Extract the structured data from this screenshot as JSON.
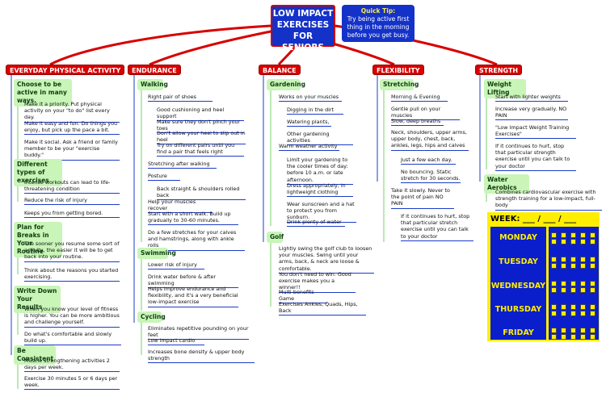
{
  "title": "LOW IMPACT\nEXERCISES\nFOR SENIORS",
  "tip": {
    "title": "Quick Tip:",
    "text": "Try being active first thing in the morning before you get busy."
  },
  "colors": {
    "title_bg": "#1432c8",
    "branch": "#d80000",
    "sub_bg": "#c9f5b8",
    "leaf_line": "#1c3cc8",
    "week_bg": "#ffee00",
    "day_bg": "#0a1ecc"
  },
  "branches": [
    {
      "label": "EVERYDAY PHYSICAL ACTIVITY"
    },
    {
      "label": "ENDURANCE"
    },
    {
      "label": "BALANCE"
    },
    {
      "label": "FLEXIBILITY"
    },
    {
      "label": "STRENGTH"
    }
  ],
  "subs": {
    "active": "Choose to be active in many ways.",
    "types": "Different types of exercises",
    "plan": "Plan for Breaks in Your Routine",
    "write": "Write Down Your Results",
    "consistent": "Be Consistent",
    "walking": "Walking",
    "swimming": "Swimming",
    "cycling": "Cycling",
    "gardening": "Gardening",
    "golf": "Golf",
    "stretching": "Stretching",
    "weight": "Weight Lifting",
    "aerobics": "Water Aerobics"
  },
  "leaves": {
    "a1": "Make it a priority. Put physical activity on your \"to do\" list every day.",
    "a2": "Make it easy and fun. Do things you enjoy, but pick up the pace a bit.",
    "a3": "Make it social. Ask a friend or family member to be your \"exercise buddy.\"",
    "t1": "Intense workouts can lead to life-threatening condition",
    "t2": "Reduce the risk of injury",
    "t3": "Keeps you from getting bored.",
    "p1": "The sooner you resume some sort of activity, the easier it will be to get back into your routine.",
    "p2": "Think about the reasons you started exercising.",
    "w1": "When you know your level of fitness is higher. You can be more ambitious and challenge yourself.",
    "w2": "Do what's comfortable and slowly build up.",
    "c1": "Muscle strengthening activities 2 days per week.",
    "c2": "Exercise 30 minutes 5 or 6 days per week.",
    "wk1": "Right pair of shoes",
    "wk1a": "Good cushioning and heel support",
    "wk1b": "Make sure they don't pinch your toes",
    "wk1c": "Don't allow your heel to slip out in heel",
    "wk1d": "Try on different pairs until you find a pair that feels right",
    "wk2": "Stretching after walking",
    "wk3": "Posture",
    "wk3a": "Back straight & shoulders rolled back",
    "wk4": "Help your muscles recover",
    "wk5": "Start with a short walk. Build up gradually to 30-60 minutes.",
    "wk6": "Do a few stretches for your calves and hamstrings, along with ankle rolls",
    "s1": "Lower risk of injury",
    "s2": "Drink water before & after swimming",
    "s3": "Helps improve endurance and flexibility, and it's a very beneficial low-impact exercise",
    "cy1": "Eliminates repetitive pounding on your feet",
    "cy2": "Low impact cardio",
    "cy3": "Increases bone density & upper body strength",
    "g1": "Works on your muscles",
    "g1a": "Digging in the dirt",
    "g1b": "Watering plants,",
    "g1c": "Other gardening activities",
    "g2": "Warm weather activity",
    "g2a": "Limit your gardening to the cooler times of day: before 10 a.m. or late afternoon.",
    "g2b": "Dress appropriately, in lightweight clothing",
    "g2c": "Wear sunscreen and a hat to protect you from sunburn.",
    "g2d": "Drink plenty of water",
    "go1": "Lightly swing the golf club to loosen your muscles. Swing until your arms, back, & neck are loose & comfortable.",
    "go2": "You don't need to win. Good exercise makes you a winner!!",
    "go3": "Multi-benefits Game",
    "go4": "Exercises Ankles, Quads, Hips, Back",
    "st1": "Morning & Evening",
    "st2": "Gentle pull on your muscles",
    "st3": "Slow, deep breaths",
    "st4": "Neck, shoulders, upper arms, upper body, chest, back, ankles, legs, hips and calves",
    "st4a": "Just a few each day.",
    "st4b": "No bouncing. Static stretch for 30 seconds.",
    "st5": "Take it slowly. Never to the point of pain NO PAIN",
    "st5a": "If it continues to hurt, stop that particular stretch exercise until you can talk to your doctor",
    "wl1": "Start with lighter weights",
    "wl2": "Increase very gradually. NO PAIN",
    "wl3": "\"Low Impact Weight Training Exercises\"",
    "wl4": "If it continues to hurt, stop that particular strength exercise until you can talk to your doctor",
    "aq1": "Combines cardiovascular exercise with strength training for a low-impact, full-body"
  },
  "week": {
    "header": "WEEK: ___ / ___ / ___",
    "days": [
      "MONDAY",
      "TUESDAY",
      "WEDNESDAY",
      "THURSDAY",
      "FRIDAY"
    ]
  }
}
